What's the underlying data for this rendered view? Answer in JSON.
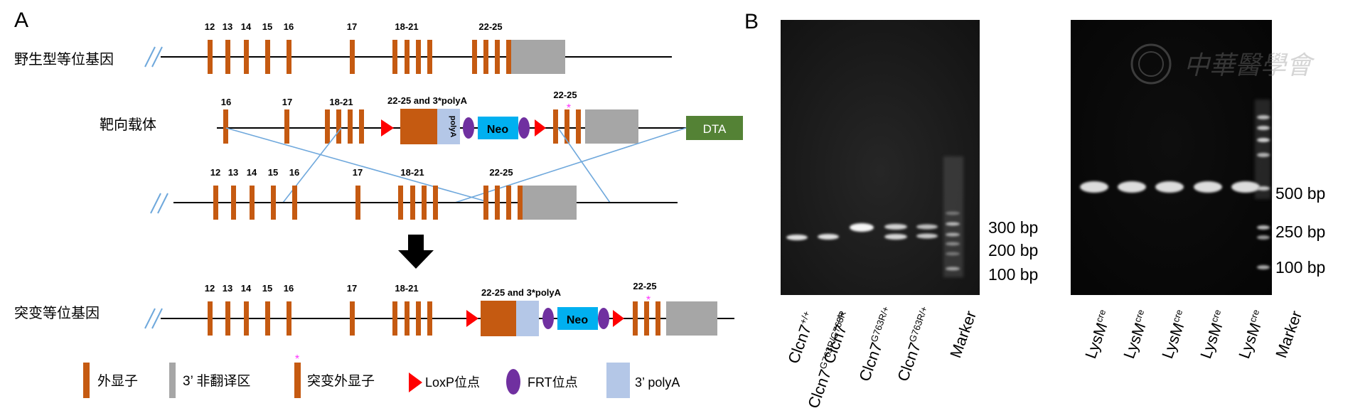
{
  "panel_a": {
    "letter": "A",
    "wildtype": {
      "name": "野生型等位基因",
      "exon_labels": [
        "12",
        "13",
        "14",
        "15",
        "16",
        "17",
        "18-21",
        "22-25"
      ]
    },
    "vector": {
      "name": "靶向载体",
      "exon_labels": [
        "16",
        "17",
        "18-21",
        "22-25"
      ],
      "cassette_label": "22-25 and 3*polyA",
      "polya_label": "polyA",
      "neo_label": "Neo",
      "dta_label": "DTA"
    },
    "genomic": {
      "exon_labels": [
        "12",
        "13",
        "14",
        "15",
        "16",
        "17",
        "18-21",
        "22-25"
      ]
    },
    "mutant": {
      "name": "突变等位基因",
      "exon_labels": [
        "12",
        "13",
        "14",
        "15",
        "16",
        "17",
        "18-21",
        "22-25"
      ],
      "cassette_label": "22-25 and 3*polyA",
      "neo_label": "Neo"
    },
    "legend": [
      {
        "label": "外显子"
      },
      {
        "label": "3’ 非翻译区"
      },
      {
        "label": "突变外显子"
      },
      {
        "label": "LoxP位点"
      },
      {
        "label": "FRT位点"
      },
      {
        "label": "3’ polyA"
      }
    ],
    "colors": {
      "exon": "#c55a11",
      "utr": "#a6a6a6",
      "loxp": "#ff0000",
      "frt": "#7030a0",
      "polya": "#b4c7e7",
      "neo": "#00b0f0",
      "dta": "#548235",
      "mutation_star": "#ff33ff",
      "homology_line": "#6fa8dc",
      "arrow": "#000000"
    }
  },
  "panel_b": {
    "letter": "B",
    "watermark": "中華醫學會",
    "gel_left": {
      "markers": [
        "300 bp",
        "200 bp",
        "100 bp"
      ],
      "lanes": [
        {
          "base": "Clcn7",
          "sup": "+/+"
        },
        {
          "base": "Clcn7",
          "sup": "+/+"
        },
        {
          "base": "Clcn7",
          "sup": "G763R/G763R"
        },
        {
          "base": "Clcn7",
          "sup": "G763R/+"
        },
        {
          "base": "Clcn7",
          "sup": "G763R/+"
        },
        {
          "base": "Marker",
          "sup": ""
        }
      ]
    },
    "gel_right": {
      "markers": [
        "500 bp",
        "250 bp",
        "100 bp"
      ],
      "lanes": [
        {
          "base": "LysM",
          "sup": "cre"
        },
        {
          "base": "LysM",
          "sup": "cre"
        },
        {
          "base": "LysM",
          "sup": "cre"
        },
        {
          "base": "LysM",
          "sup": "cre"
        },
        {
          "base": "LysM",
          "sup": "cre"
        },
        {
          "base": "Marker",
          "sup": ""
        }
      ]
    }
  }
}
